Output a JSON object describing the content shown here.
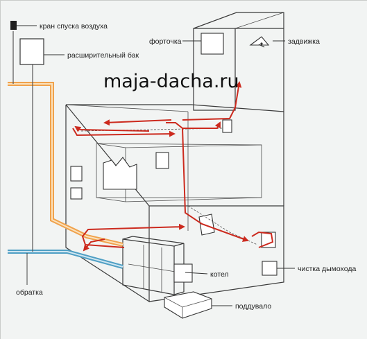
{
  "labels": {
    "air_vent_valve": "кран спуска воздуха",
    "expansion_tank": "расширительный бак",
    "vent_window": "форточка",
    "damper": "задвижка",
    "return_line": "обратка",
    "boiler": "котел",
    "chimney_cleanout": "чистка дымохода",
    "ash_pit": "поддувало"
  },
  "watermark": "maja-dacha.ru",
  "colors": {
    "flow_arrows": "#cc2a1e",
    "supply_pipe": "#f0a24c",
    "return_pipe": "#4f9fc4",
    "lines": "#3a3a3a",
    "background": "#f2f4f3"
  }
}
